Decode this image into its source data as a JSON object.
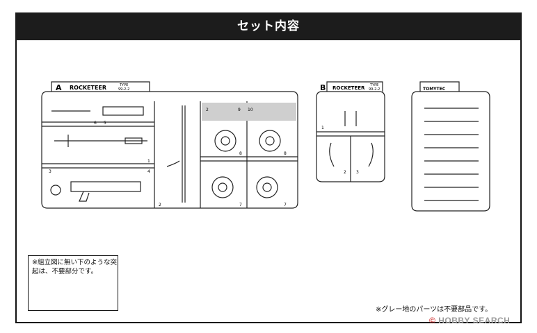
{
  "header": {
    "title": "セット内容"
  },
  "sprue_a": {
    "letter": "A",
    "logo": "ROCKETEER",
    "type_label": "TYPE",
    "type_code": "99-2-2",
    "part_numbers": [
      "6",
      "5",
      "1",
      "4",
      "3",
      "2",
      "2",
      "9",
      "10",
      "8",
      "8",
      "7",
      "7"
    ]
  },
  "sprue_b": {
    "letter": "B",
    "logo": "ROCKETEER",
    "type_label": "TYPE",
    "type_code": "99-2-2",
    "part_numbers": [
      "1",
      "2",
      "3"
    ]
  },
  "sprue_c": {
    "label": "TOMYTEC"
  },
  "note": {
    "text": "※組立図に無い下のような突起は、不要部分です。"
  },
  "footer_note": "※グレー地のパーツは不要部品です。",
  "watermark": {
    "prefix": "©",
    "brand": "HOBBY SEARCH"
  },
  "colors": {
    "header_bg": "#1c1c1c",
    "gray_zone": "#cfcfcf",
    "line": "#222222"
  }
}
